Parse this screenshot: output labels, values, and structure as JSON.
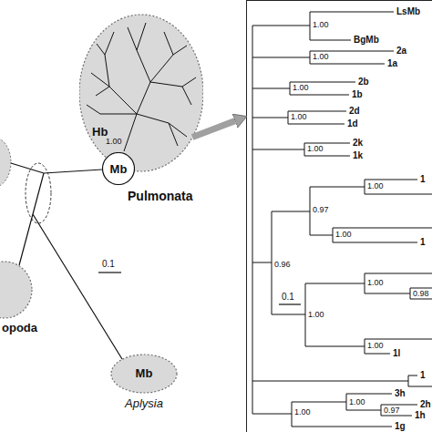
{
  "diagram": {
    "nodes": [
      {
        "text": [
          "Hb",
          "1.00",
          "Pulmonata"
        ]
      },
      {
        "text": [
          "Mb"
        ],
        "in": 0
      },
      {
        "text": [
          "opoda"
        ]
      },
      {
        "text": [
          "Mb",
          "Aplysia"
        ]
      },
      {
        "text": [
          "LsMb",
          "1.00",
          "BgMb",
          "2a",
          "1.00",
          "1a",
          "2b",
          "1.00",
          "1b",
          "2d",
          "1.00",
          "1d",
          "2k",
          "1.00",
          "1k",
          "1",
          "1.00",
          "0.97",
          "1.00",
          "1",
          "0.96",
          "1.00",
          "0.98",
          "0.1",
          "1.00",
          "1.00",
          "1l",
          "1",
          "3h",
          "1.00",
          "2h",
          "0.97",
          "1.00",
          "1h",
          "1g"
        ]
      }
    ],
    "edges": [
      {
        "from": 0,
        "to": 4,
        "arrow": "to"
      }
    ],
    "labels": [
      "0.1"
    ]
  }
}
